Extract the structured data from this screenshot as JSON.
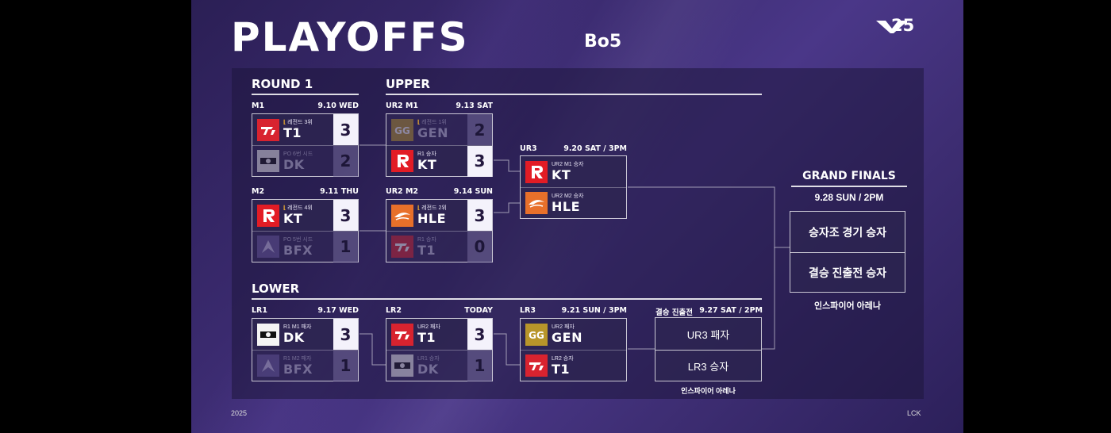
{
  "header": {
    "title": "PLAYOFFS",
    "format": "Bo5",
    "logo_text": "25"
  },
  "sections": {
    "round1": "ROUND 1",
    "upper": "UPPER",
    "lower": "LOWER",
    "grand_finals": "GRAND FINALS"
  },
  "matches": {
    "m1": {
      "label": "M1",
      "date": "9.10 WED",
      "teams": [
        {
          "sub": "레전드 3위",
          "name": "T1",
          "score": "3",
          "logo": "t1-logo",
          "result": "win",
          "legend": true
        },
        {
          "sub": "PO 6번 시드",
          "name": "DK",
          "score": "2",
          "logo": "dk-logo",
          "result": "lose"
        }
      ]
    },
    "m2": {
      "label": "M2",
      "date": "9.11 THU",
      "teams": [
        {
          "sub": "레전드 4위",
          "name": "KT",
          "score": "3",
          "logo": "kt-logo",
          "result": "win",
          "legend": true
        },
        {
          "sub": "PO 5번 시드",
          "name": "BFX",
          "score": "1",
          "logo": "bfx-logo",
          "result": "lose"
        }
      ]
    },
    "ur2m1": {
      "label": "UR2 M1",
      "date": "9.13 SAT",
      "teams": [
        {
          "sub": "레전드 1위",
          "name": "GEN",
          "score": "2",
          "logo": "gen-logo",
          "result": "lose",
          "legend": true
        },
        {
          "sub": "R1 승자",
          "name": "KT",
          "score": "3",
          "logo": "kt-logo",
          "result": "win"
        }
      ]
    },
    "ur2m2": {
      "label": "UR2 M2",
      "date": "9.14 SUN",
      "teams": [
        {
          "sub": "레전드 2위",
          "name": "HLE",
          "score": "3",
          "logo": "hle-logo",
          "result": "win",
          "legend": true
        },
        {
          "sub": "R1 승자",
          "name": "T1",
          "score": "0",
          "logo": "t1-logo",
          "result": "lose"
        }
      ]
    },
    "ur3": {
      "label": "UR3",
      "date": "9.20 SAT / 3PM",
      "teams": [
        {
          "sub": "UR2 M1 승자",
          "name": "KT",
          "logo": "kt-logo"
        },
        {
          "sub": "UR2 M2 승자",
          "name": "HLE",
          "logo": "hle-logo"
        }
      ]
    },
    "lr1": {
      "label": "LR1",
      "date": "9.17 WED",
      "teams": [
        {
          "sub": "R1 M1 패자",
          "name": "DK",
          "score": "3",
          "logo": "dk-logo",
          "result": "win"
        },
        {
          "sub": "R1 M2 패자",
          "name": "BFX",
          "score": "1",
          "logo": "bfx-logo",
          "result": "lose"
        }
      ]
    },
    "lr2": {
      "label": "LR2",
      "date": "TODAY",
      "teams": [
        {
          "sub": "UR2 패자",
          "name": "T1",
          "score": "3",
          "logo": "t1-logo",
          "result": "win"
        },
        {
          "sub": "LR1 승자",
          "name": "DK",
          "score": "1",
          "logo": "dk-logo",
          "result": "lose"
        }
      ]
    },
    "lr3": {
      "label": "LR3",
      "date": "9.21 SUN / 3PM",
      "teams": [
        {
          "sub": "UR2 패자",
          "name": "GEN",
          "logo": "gen-logo"
        },
        {
          "sub": "LR2 승자",
          "name": "T1",
          "logo": "t1-logo"
        }
      ]
    }
  },
  "lower_final": {
    "label": "결승 진출전",
    "date": "9.27 SAT / 2PM",
    "slots": [
      "UR3 패자",
      "LR3 승자"
    ],
    "venue": "인스파이어 아레나"
  },
  "grand_final": {
    "date": "9.28 SUN / 2PM",
    "slots": [
      "승자조 경기 승자",
      "결승 진출전 승자"
    ],
    "venue": "인스파이어 아레나"
  },
  "footer": {
    "year": "2025",
    "league": "LCK"
  },
  "colors": {
    "t1": "#d8232f",
    "kt": "#e21c25",
    "gen": "#b8952a",
    "hle": "#e8702a",
    "dk": "#ffffff",
    "bfx": "#6a5aa0"
  }
}
